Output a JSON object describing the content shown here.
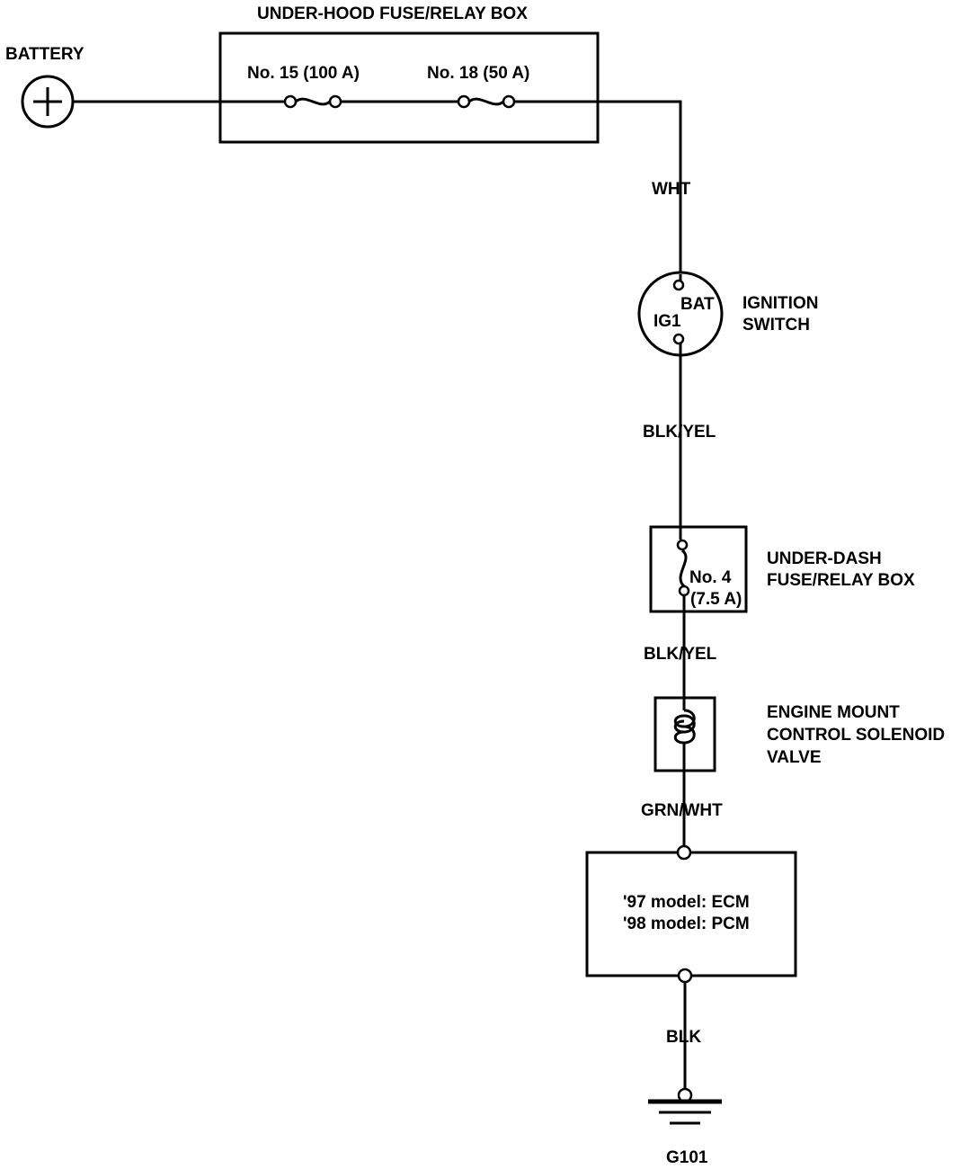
{
  "colors": {
    "line": "#000000",
    "background": "#ffffff"
  },
  "battery": {
    "label": "BATTERY",
    "icon": "battery-plus-icon"
  },
  "under_hood_box": {
    "title": "UNDER-HOOD FUSE/RELAY BOX",
    "fuses": [
      {
        "label": "No. 15 (100 A)"
      },
      {
        "label": "No. 18 (50 A)"
      }
    ]
  },
  "wires": {
    "w1": "WHT",
    "w2": "BLK/YEL",
    "w3": "BLK/YEL",
    "w4": "GRN/WHT",
    "w5": "BLK"
  },
  "ignition_switch": {
    "label_line1": "IGNITION",
    "label_line2": "SWITCH",
    "bat_terminal": "BAT",
    "ig1_terminal": "IG1"
  },
  "under_dash_box": {
    "label_line1": "UNDER-DASH",
    "label_line2": "FUSE/RELAY BOX",
    "fuse_line1": "No. 4",
    "fuse_line2": "(7.5 A)"
  },
  "solenoid": {
    "label_line1": "ENGINE MOUNT",
    "label_line2": "CONTROL SOLENOID",
    "label_line3": "VALVE",
    "icon": "coil-icon"
  },
  "control_module": {
    "line1": "'97 model: ECM",
    "line2": "'98 model: PCM"
  },
  "ground": {
    "label": "G101",
    "icon": "ground-icon"
  }
}
